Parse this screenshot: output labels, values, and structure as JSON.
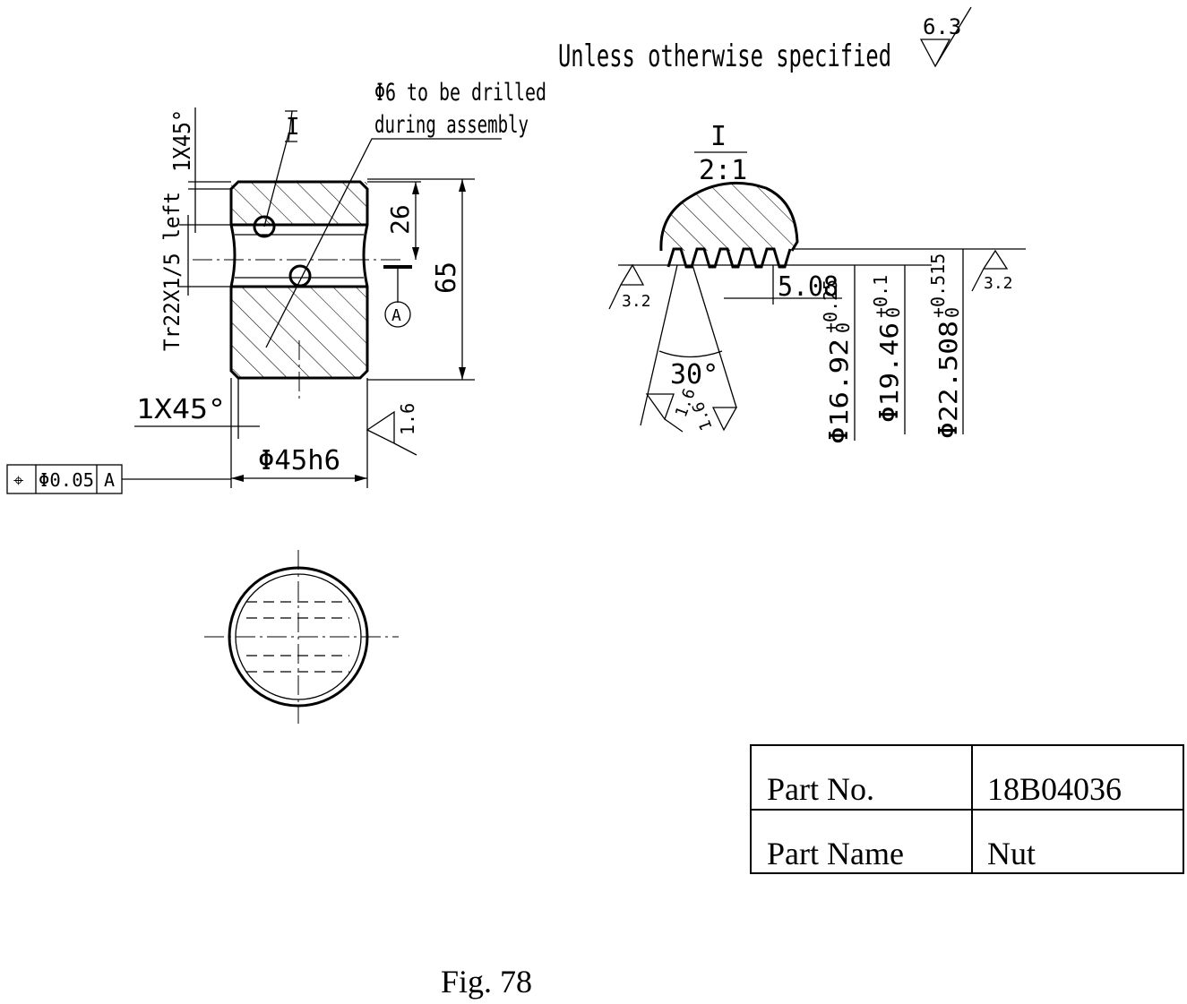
{
  "note": {
    "text": "Unless otherwise specified",
    "roughness": "6.3"
  },
  "main_view": {
    "hole_note_line1": "Φ6 to be drilled",
    "hole_note_line2": "during assembly",
    "detail_ref": "I",
    "chamfer_top": "1X45°",
    "thread": "Tr22X1/5 left",
    "dim_26": "26",
    "dim_65": "65",
    "datum": "A",
    "chamfer_bottom": "1X45°",
    "roughness_side": "1.6",
    "diameter": "Φ45h6",
    "tolerance_symbol": "⌖",
    "tolerance_value": "Φ0.05",
    "tolerance_datum": "A"
  },
  "detail_view": {
    "label": "I",
    "scale": "2:1",
    "roughness_left": "3.2",
    "roughness_right": "3.2",
    "pitch": "5.08",
    "angle": "30°",
    "roughness_flank_1": "1.6",
    "roughness_flank_2": "1.6",
    "d1": "Φ16.92",
    "d1_tol": "+0.25",
    "d1_low": "0",
    "d2": "Φ19.46",
    "d2_tol": "+0.1",
    "d2_low": "0",
    "d3": "Φ22.508",
    "d3_tol": "+0.515",
    "d3_low": "0"
  },
  "title_block": {
    "rows": [
      {
        "label": "Part No.",
        "value": "18B04036"
      },
      {
        "label": "Part Name",
        "value": "Nut"
      }
    ]
  },
  "caption": "Fig. 78"
}
